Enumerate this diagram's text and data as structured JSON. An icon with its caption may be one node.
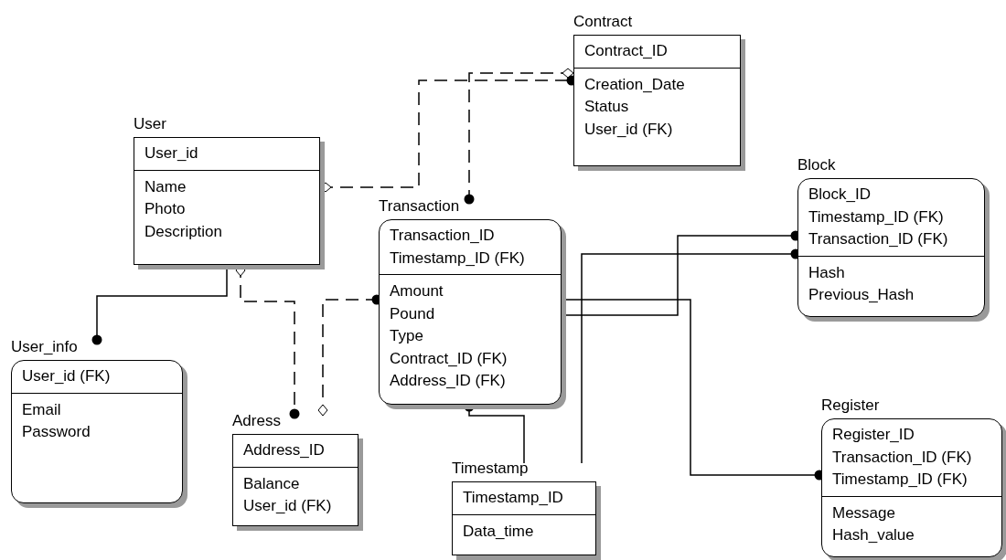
{
  "diagram": {
    "nodes": [
      {
        "text": [
          "Contract",
          "Contract_ID",
          "Creation_Date",
          "Status",
          "User_id (FK)"
        ]
      },
      {
        "text": [
          "User",
          "User_id",
          "Name",
          "Photo",
          "Description"
        ]
      },
      {
        "text": [
          "Transaction",
          "Transaction_ID",
          "Timestamp_ID (FK)",
          "Amount",
          "Pound",
          "Type",
          "Contract_ID (FK)",
          "Address_ID (FK)"
        ]
      },
      {
        "text": [
          "Block",
          "Block_ID",
          "Timestamp_ID (FK)",
          "Transaction_ID (FK)",
          "Hash",
          "Previous_Hash"
        ]
      },
      {
        "text": [
          "User_info",
          "User_id (FK)",
          "Email",
          "Password"
        ]
      },
      {
        "text": [
          "Adress",
          "Address_ID",
          "Balance",
          "User_id (FK)"
        ]
      },
      {
        "text": [
          "Register",
          "Register_ID",
          "Transaction_ID (FK)",
          "Timestamp_ID (FK)",
          "Message",
          "Hash_value"
        ]
      },
      {
        "text": [
          "Timestamp",
          "Timestamp_ID",
          "Data_time"
        ]
      }
    ],
    "edges": [
      {
        "from": 1,
        "to": 0,
        "arrow": "other",
        "style": "dashed"
      },
      {
        "from": 0,
        "to": 2,
        "arrow": "other",
        "style": "dashed"
      },
      {
        "from": 1,
        "to": 4,
        "arrow": "other"
      },
      {
        "from": 1,
        "to": 5,
        "arrow": "other",
        "style": "dashed"
      },
      {
        "from": 2,
        "to": 5,
        "arrow": "other",
        "style": "dashed"
      },
      {
        "from": 2,
        "to": 7,
        "arrow": "other"
      },
      {
        "from": 2,
        "to": 3,
        "arrow": "other"
      },
      {
        "from": 7,
        "to": 3,
        "arrow": "other"
      },
      {
        "from": 2,
        "to": 6,
        "arrow": "other"
      }
    ]
  }
}
